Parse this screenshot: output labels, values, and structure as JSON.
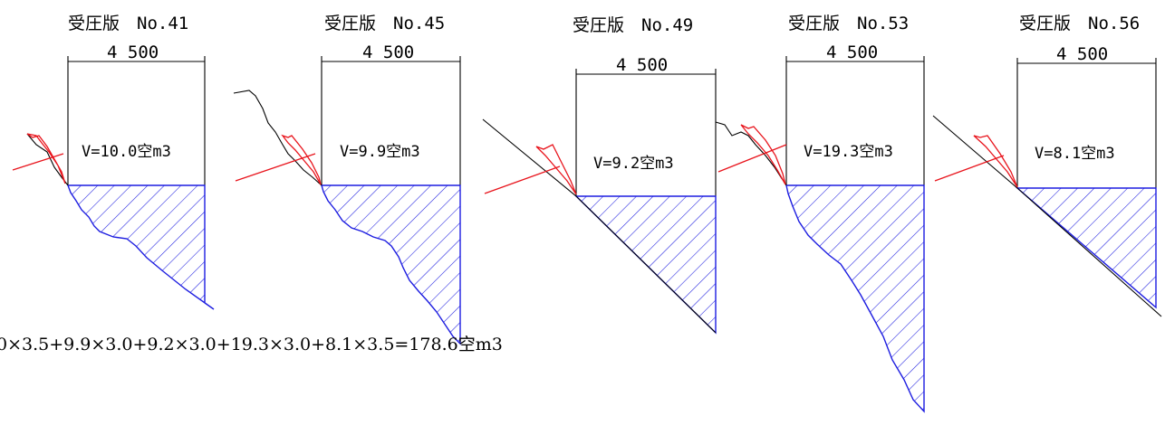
{
  "sections": [
    {
      "title": "受圧版　No.41",
      "width": "4 500",
      "volume": "V=10.0空m3"
    },
    {
      "title": "受圧版　No.45",
      "width": "4 500",
      "volume": "V=9.9空m3"
    },
    {
      "title": "受圧版　No.49",
      "width": "4 500",
      "volume": "V=9.2空m3"
    },
    {
      "title": "受圧版　No.53",
      "width": "4 500",
      "volume": "V=19.3空m3"
    },
    {
      "title": "受圧版　No.56",
      "width": "4 500",
      "volume": "V=8.1空m3"
    }
  ],
  "formula": "0×3.5+9.9×3.0+9.2×3.0+19.3×3.0+8.1×3.5=178.6空m3",
  "colors": {
    "hatch": "#1d1de0",
    "anchor": "#e8141c",
    "line": "#000000"
  }
}
